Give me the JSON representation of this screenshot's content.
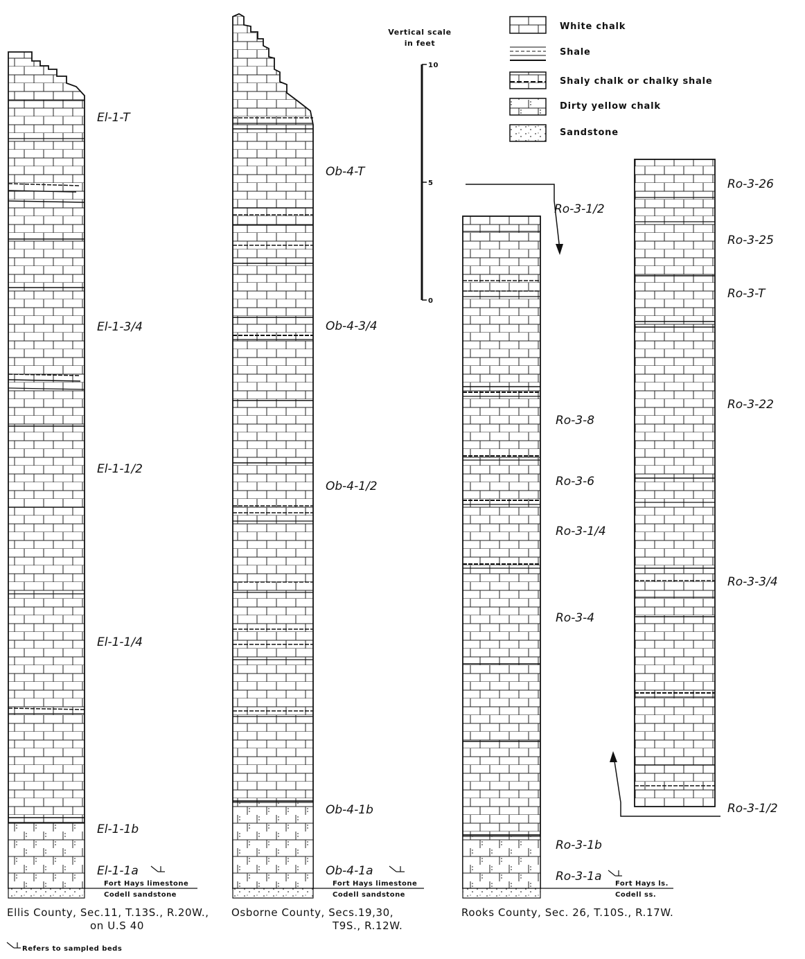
{
  "legend": {
    "items": [
      {
        "label": "White chalk",
        "pattern": "white-chalk"
      },
      {
        "label": "Shale",
        "pattern": "shale"
      },
      {
        "label": "Shaly chalk or chalky shale",
        "pattern": "shaly-chalk"
      },
      {
        "label": "Dirty yellow chalk",
        "pattern": "dirty-yellow-chalk"
      },
      {
        "label": "Sandstone",
        "pattern": "sandstone"
      }
    ]
  },
  "scale": {
    "title_line1": "Vertical scale",
    "title_line2": "in feet",
    "ticks": [
      "10",
      "5",
      "0"
    ]
  },
  "columns": {
    "ellis": {
      "labels": [
        "El-1-T",
        "El-1-3/4",
        "El-1-1/2",
        "El-1-1/4",
        "El-1-1b",
        "El-1-1a"
      ],
      "upper_formation": "Fort Hays limestone",
      "lower_formation": "Codell sandstone",
      "caption_line1": "Ellis County, Sec.11, T.13S., R.20W.,",
      "caption_line2": "on U.S 40"
    },
    "osborne": {
      "labels": [
        "Ob-4-T",
        "Ob-4-3/4",
        "Ob-4-1/2",
        "Ob-4-1b",
        "Ob-4-1a"
      ],
      "upper_formation": "Fort Hays limestone",
      "lower_formation": "Codell sandstone",
      "caption_line1": "Osborne County, Secs.19,30,",
      "caption_line2": "T9S., R.12W."
    },
    "rooks": {
      "labels": [
        "Ro-3-1/2",
        "Ro-3-8",
        "Ro-3-6",
        "Ro-3-1/4",
        "Ro-3-4",
        "Ro-3-1b",
        "Ro-3-1a"
      ],
      "upper_formation": "Fort Hays ls.",
      "lower_formation": "Codell ss.",
      "caption": "Rooks County, Sec. 26, T.10S., R.17W."
    },
    "rooks_upper": {
      "labels": [
        "Ro-3-26",
        "Ro-3-25",
        "Ro-3-T",
        "Ro-3-22",
        "Ro-3-3/4",
        "Ro-3-1/2"
      ]
    }
  },
  "footnote": "Refers to sampled beds"
}
